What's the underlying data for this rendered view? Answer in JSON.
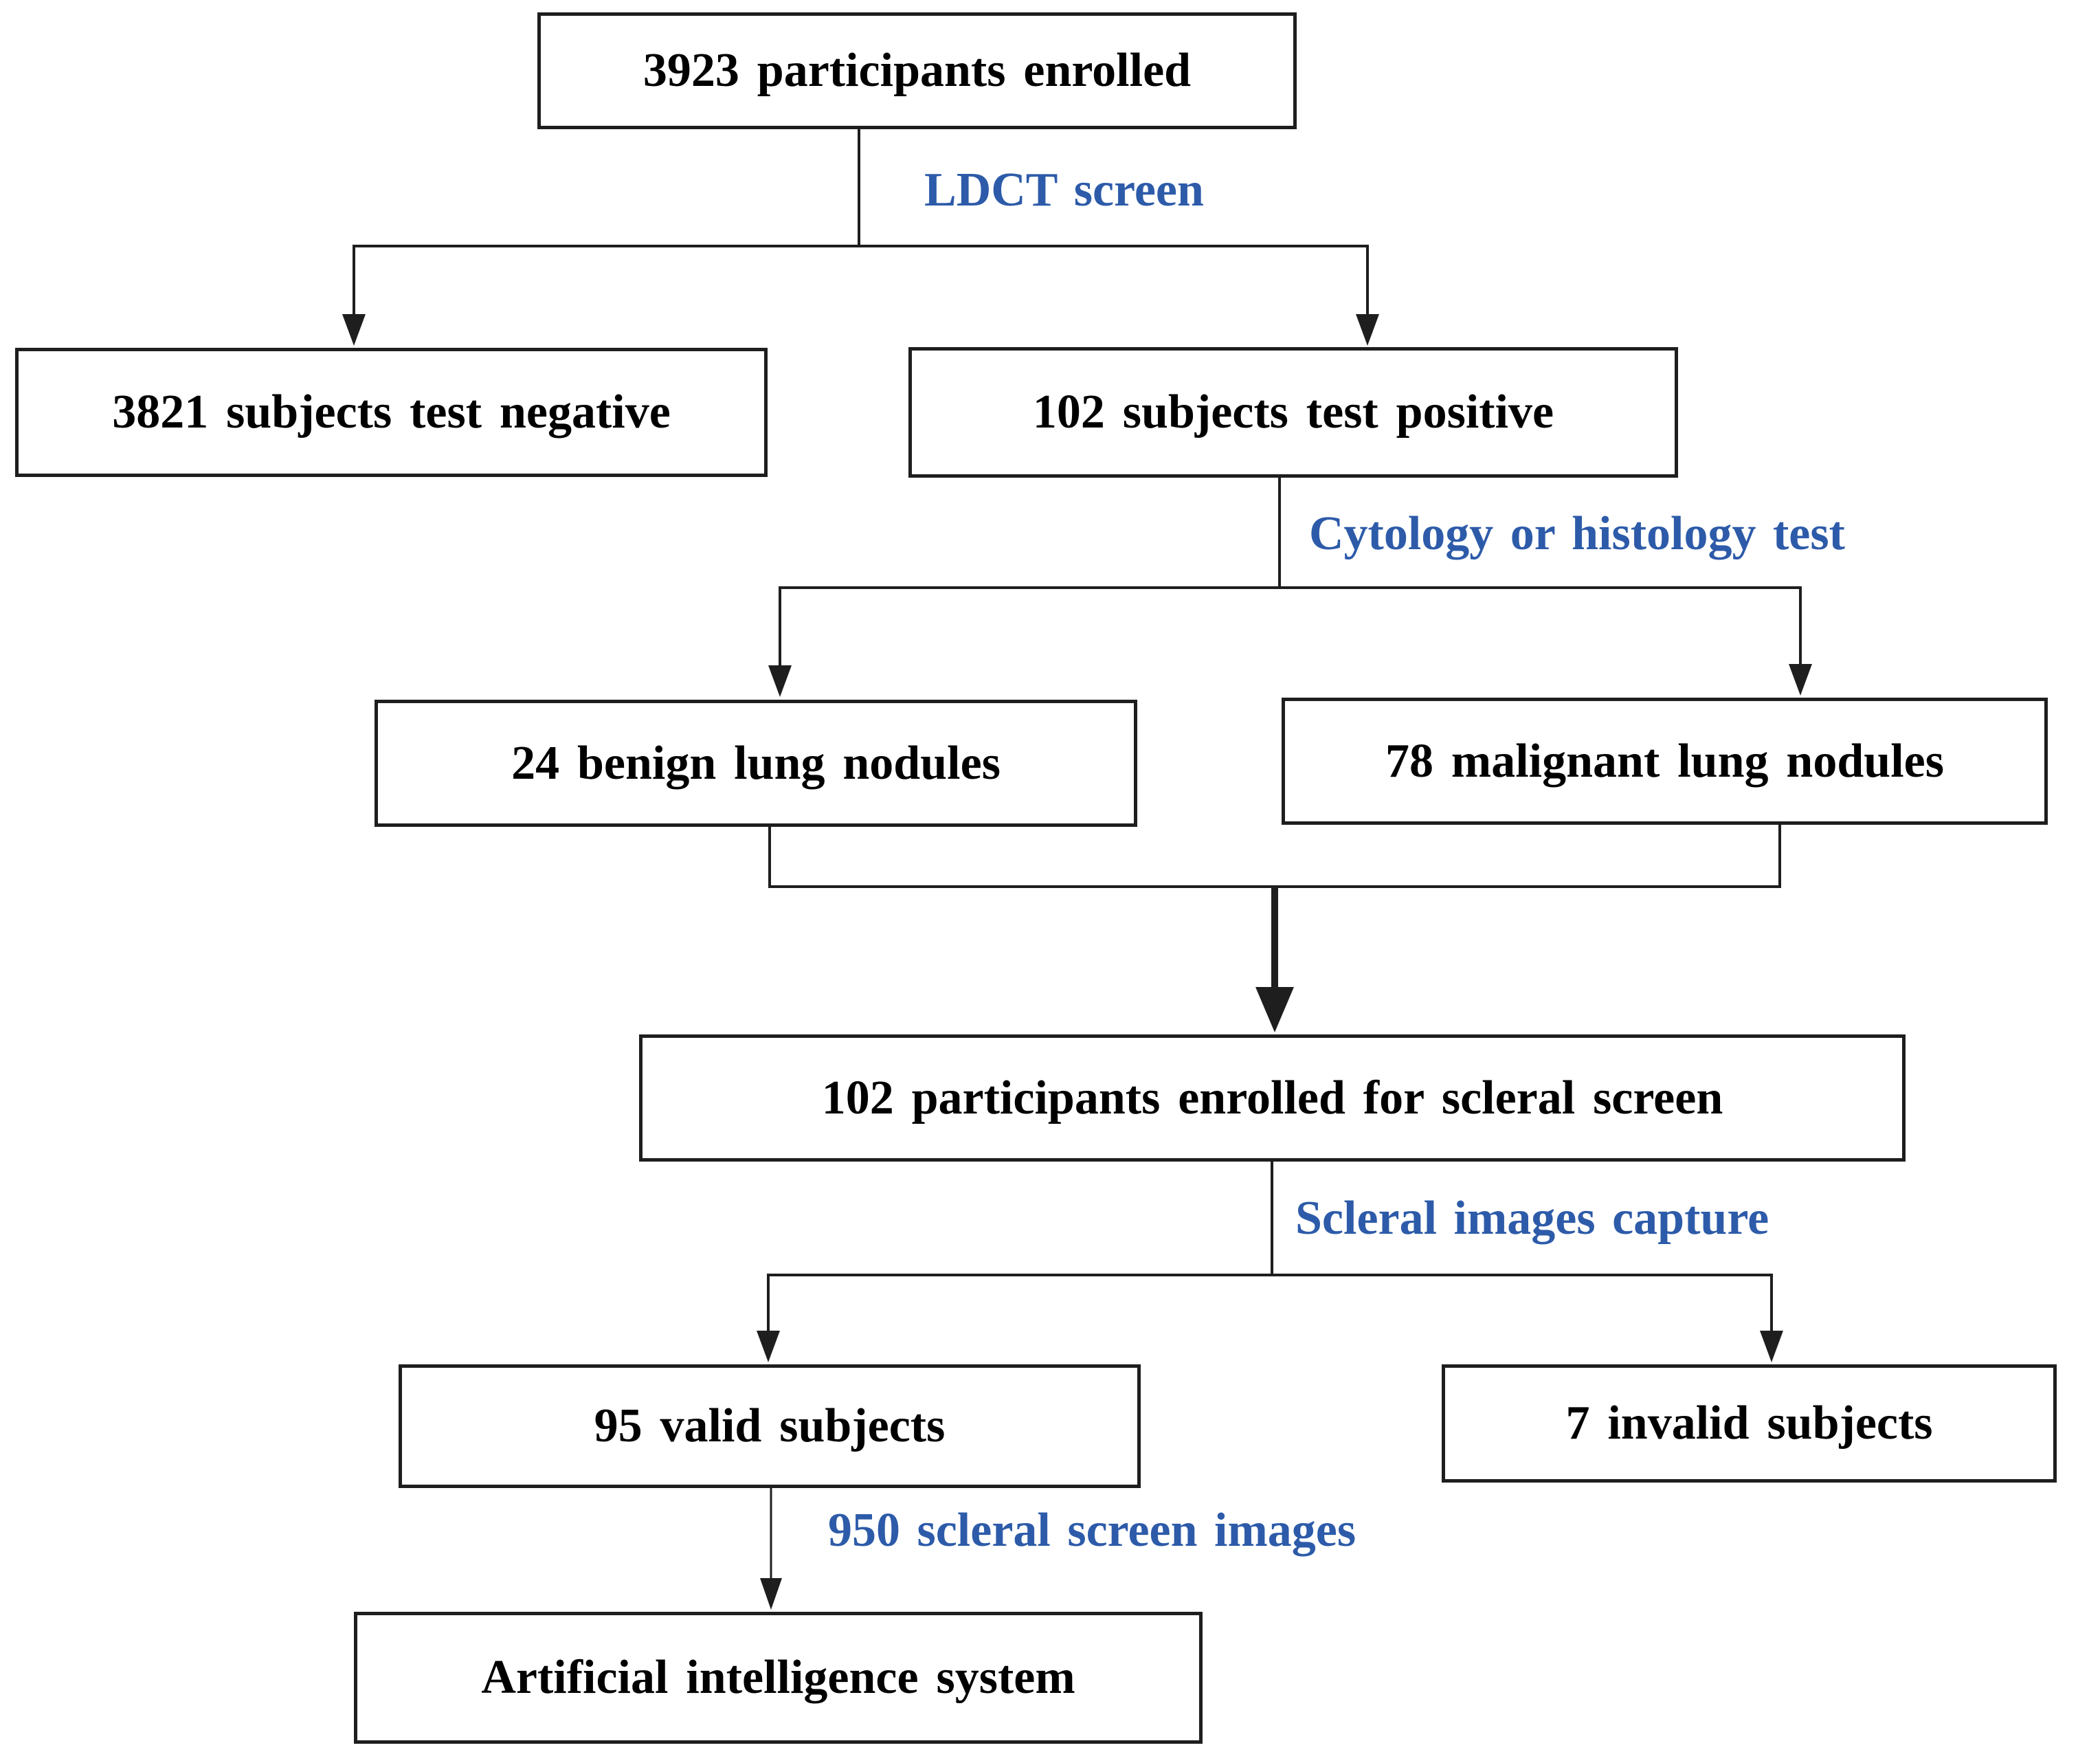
{
  "diagram": {
    "type": "flowchart",
    "nodes": [
      {
        "id": "enrolled",
        "label": "3923 participants enrolled"
      },
      {
        "id": "negative",
        "label": "3821 subjects test negative"
      },
      {
        "id": "positive",
        "label": "102 subjects test positive"
      },
      {
        "id": "benign",
        "label": "24 benign lung nodules"
      },
      {
        "id": "malignant",
        "label": "78 malignant lung nodules"
      },
      {
        "id": "scleral-enrolled",
        "label": "102 participants enrolled for scleral screen"
      },
      {
        "id": "valid",
        "label": "95 valid subjects"
      },
      {
        "id": "invalid",
        "label": "7 invalid subjects"
      },
      {
        "id": "ai-system",
        "label": "Artificial intelligence system"
      }
    ],
    "edge_labels": [
      {
        "id": "ldct",
        "label": "LDCT screen"
      },
      {
        "id": "cytology",
        "label": "Cytology or histology test"
      },
      {
        "id": "scleral-capture",
        "label": "Scleral images capture"
      },
      {
        "id": "screen-images",
        "label": "950 scleral screen images"
      }
    ],
    "edges": [
      {
        "from": "enrolled",
        "to": "negative",
        "via": "LDCT screen"
      },
      {
        "from": "enrolled",
        "to": "positive",
        "via": "LDCT screen"
      },
      {
        "from": "positive",
        "to": "benign",
        "via": "Cytology or histology test"
      },
      {
        "from": "positive",
        "to": "malignant",
        "via": "Cytology or histology test"
      },
      {
        "from": "benign",
        "to": "scleral-enrolled",
        "via": ""
      },
      {
        "from": "malignant",
        "to": "scleral-enrolled",
        "via": ""
      },
      {
        "from": "scleral-enrolled",
        "to": "valid",
        "via": "Scleral images capture"
      },
      {
        "from": "scleral-enrolled",
        "to": "invalid",
        "via": "Scleral images capture"
      },
      {
        "from": "valid",
        "to": "ai-system",
        "via": "950 scleral screen images"
      }
    ],
    "colors": {
      "edge_label_blue": "#2d5ba9",
      "box_border": "#1e1e1e",
      "line": "#1e1e1e",
      "text": "#000000",
      "background": "#ffffff"
    }
  }
}
